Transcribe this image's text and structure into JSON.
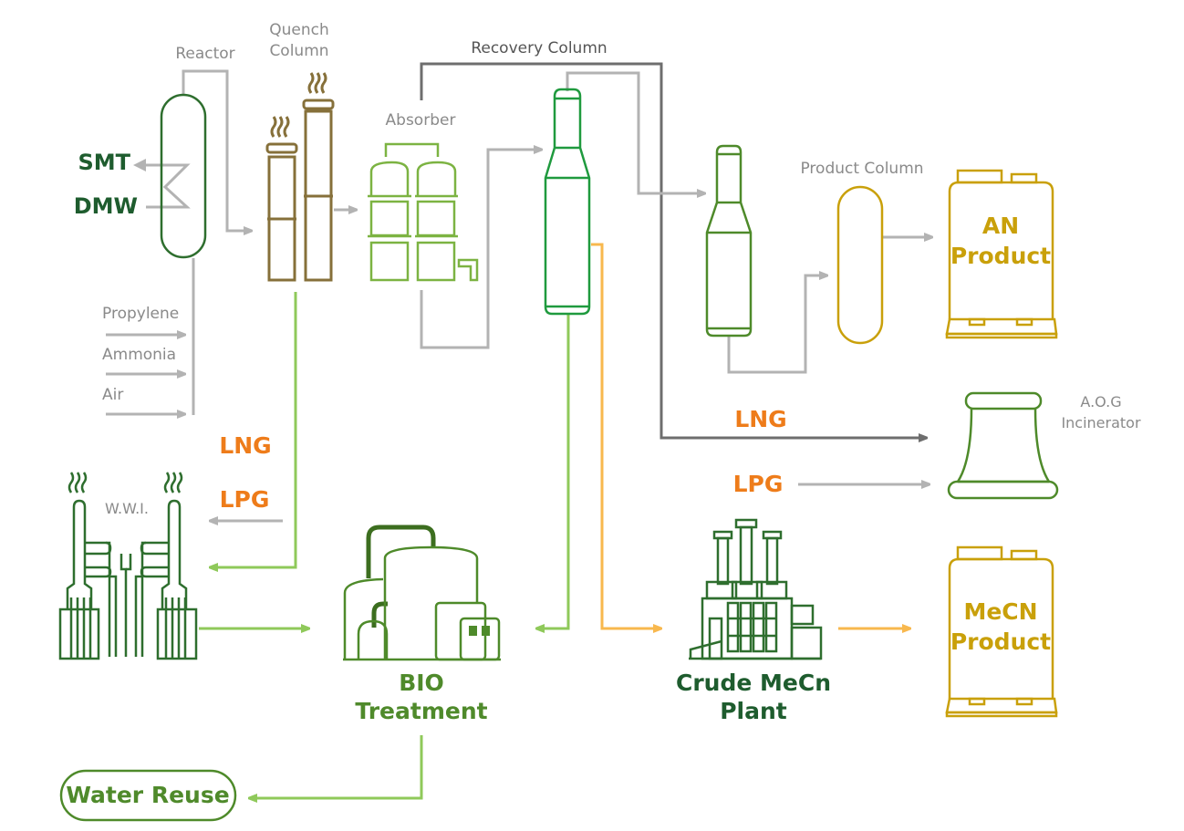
{
  "diagram": {
    "title": "Acrylonitrile process flow",
    "equipment": {
      "reactor": "Reactor",
      "quench_column_line1": "Quench",
      "quench_column_line2": "Column",
      "absorber": "Absorber",
      "recovery_column": "Recovery Column",
      "product_column": "Product Column",
      "aog_incinerator_line1": "A.O.G",
      "aog_incinerator_line2": "Incinerator",
      "wwi": "W.W.I.",
      "bio_treatment_line1": "BIO",
      "bio_treatment_line2": "Treatment",
      "crude_mecn_line1": "Crude MeCn",
      "crude_mecn_line2": "Plant",
      "water_reuse": "Water Reuse"
    },
    "products": {
      "an_line1": "AN",
      "an_line2": "Product",
      "mecn_line1": "MeCN",
      "mecn_line2": "Product"
    },
    "utilities": {
      "smt": "SMT",
      "dmw": "DMW"
    },
    "feeds": [
      "Propylene",
      "Ammonia",
      "Air"
    ],
    "fuels": {
      "lng_left": "LNG",
      "lpg_left": "LPG",
      "lng_right": "LNG",
      "lpg_right": "LPG"
    },
    "colors": {
      "fuel_label": "#ee7c1a",
      "pipe_gray": "#b3b3b3",
      "pipe_dark": "#6e6e6e",
      "wastewater_line": "#8fc95a",
      "mecn_line": "#f8b84e",
      "product_gold": "#c9a00a",
      "dark_green": "#1e5c2e"
    }
  }
}
